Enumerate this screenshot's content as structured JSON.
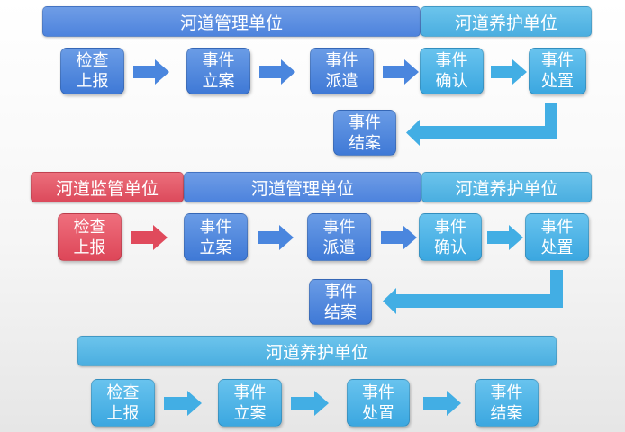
{
  "colors": {
    "management": "#5a8fe0",
    "maintenance": "#4fb4e6",
    "supervision": "#e55a6a",
    "arrow_blue": "#4a86de",
    "arrow_cyan": "#42aee4",
    "arrow_red": "#e04a5c"
  },
  "section1": {
    "header_management": "河道管理单位",
    "header_maintenance": "河道养护单位",
    "steps": [
      {
        "line1": "检查",
        "line2": "上报"
      },
      {
        "line1": "事件",
        "line2": "立案"
      },
      {
        "line1": "事件",
        "line2": "派遣"
      },
      {
        "line1": "事件",
        "line2": "确认"
      },
      {
        "line1": "事件",
        "line2": "处置"
      }
    ],
    "final": {
      "line1": "事件",
      "line2": "结案"
    }
  },
  "section2": {
    "header_supervision": "河道监管单位",
    "header_management": "河道管理单位",
    "header_maintenance": "河道养护单位",
    "steps": [
      {
        "line1": "检查",
        "line2": "上报"
      },
      {
        "line1": "事件",
        "line2": "立案"
      },
      {
        "line1": "事件",
        "line2": "派遣"
      },
      {
        "line1": "事件",
        "line2": "确认"
      },
      {
        "line1": "事件",
        "line2": "处置"
      }
    ],
    "final": {
      "line1": "事件",
      "line2": "结案"
    }
  },
  "section3": {
    "header_maintenance": "河道养护单位",
    "steps": [
      {
        "line1": "检查",
        "line2": "上报"
      },
      {
        "line1": "事件",
        "line2": "立案"
      },
      {
        "line1": "事件",
        "line2": "处置"
      },
      {
        "line1": "事件",
        "line2": "结案"
      }
    ]
  }
}
